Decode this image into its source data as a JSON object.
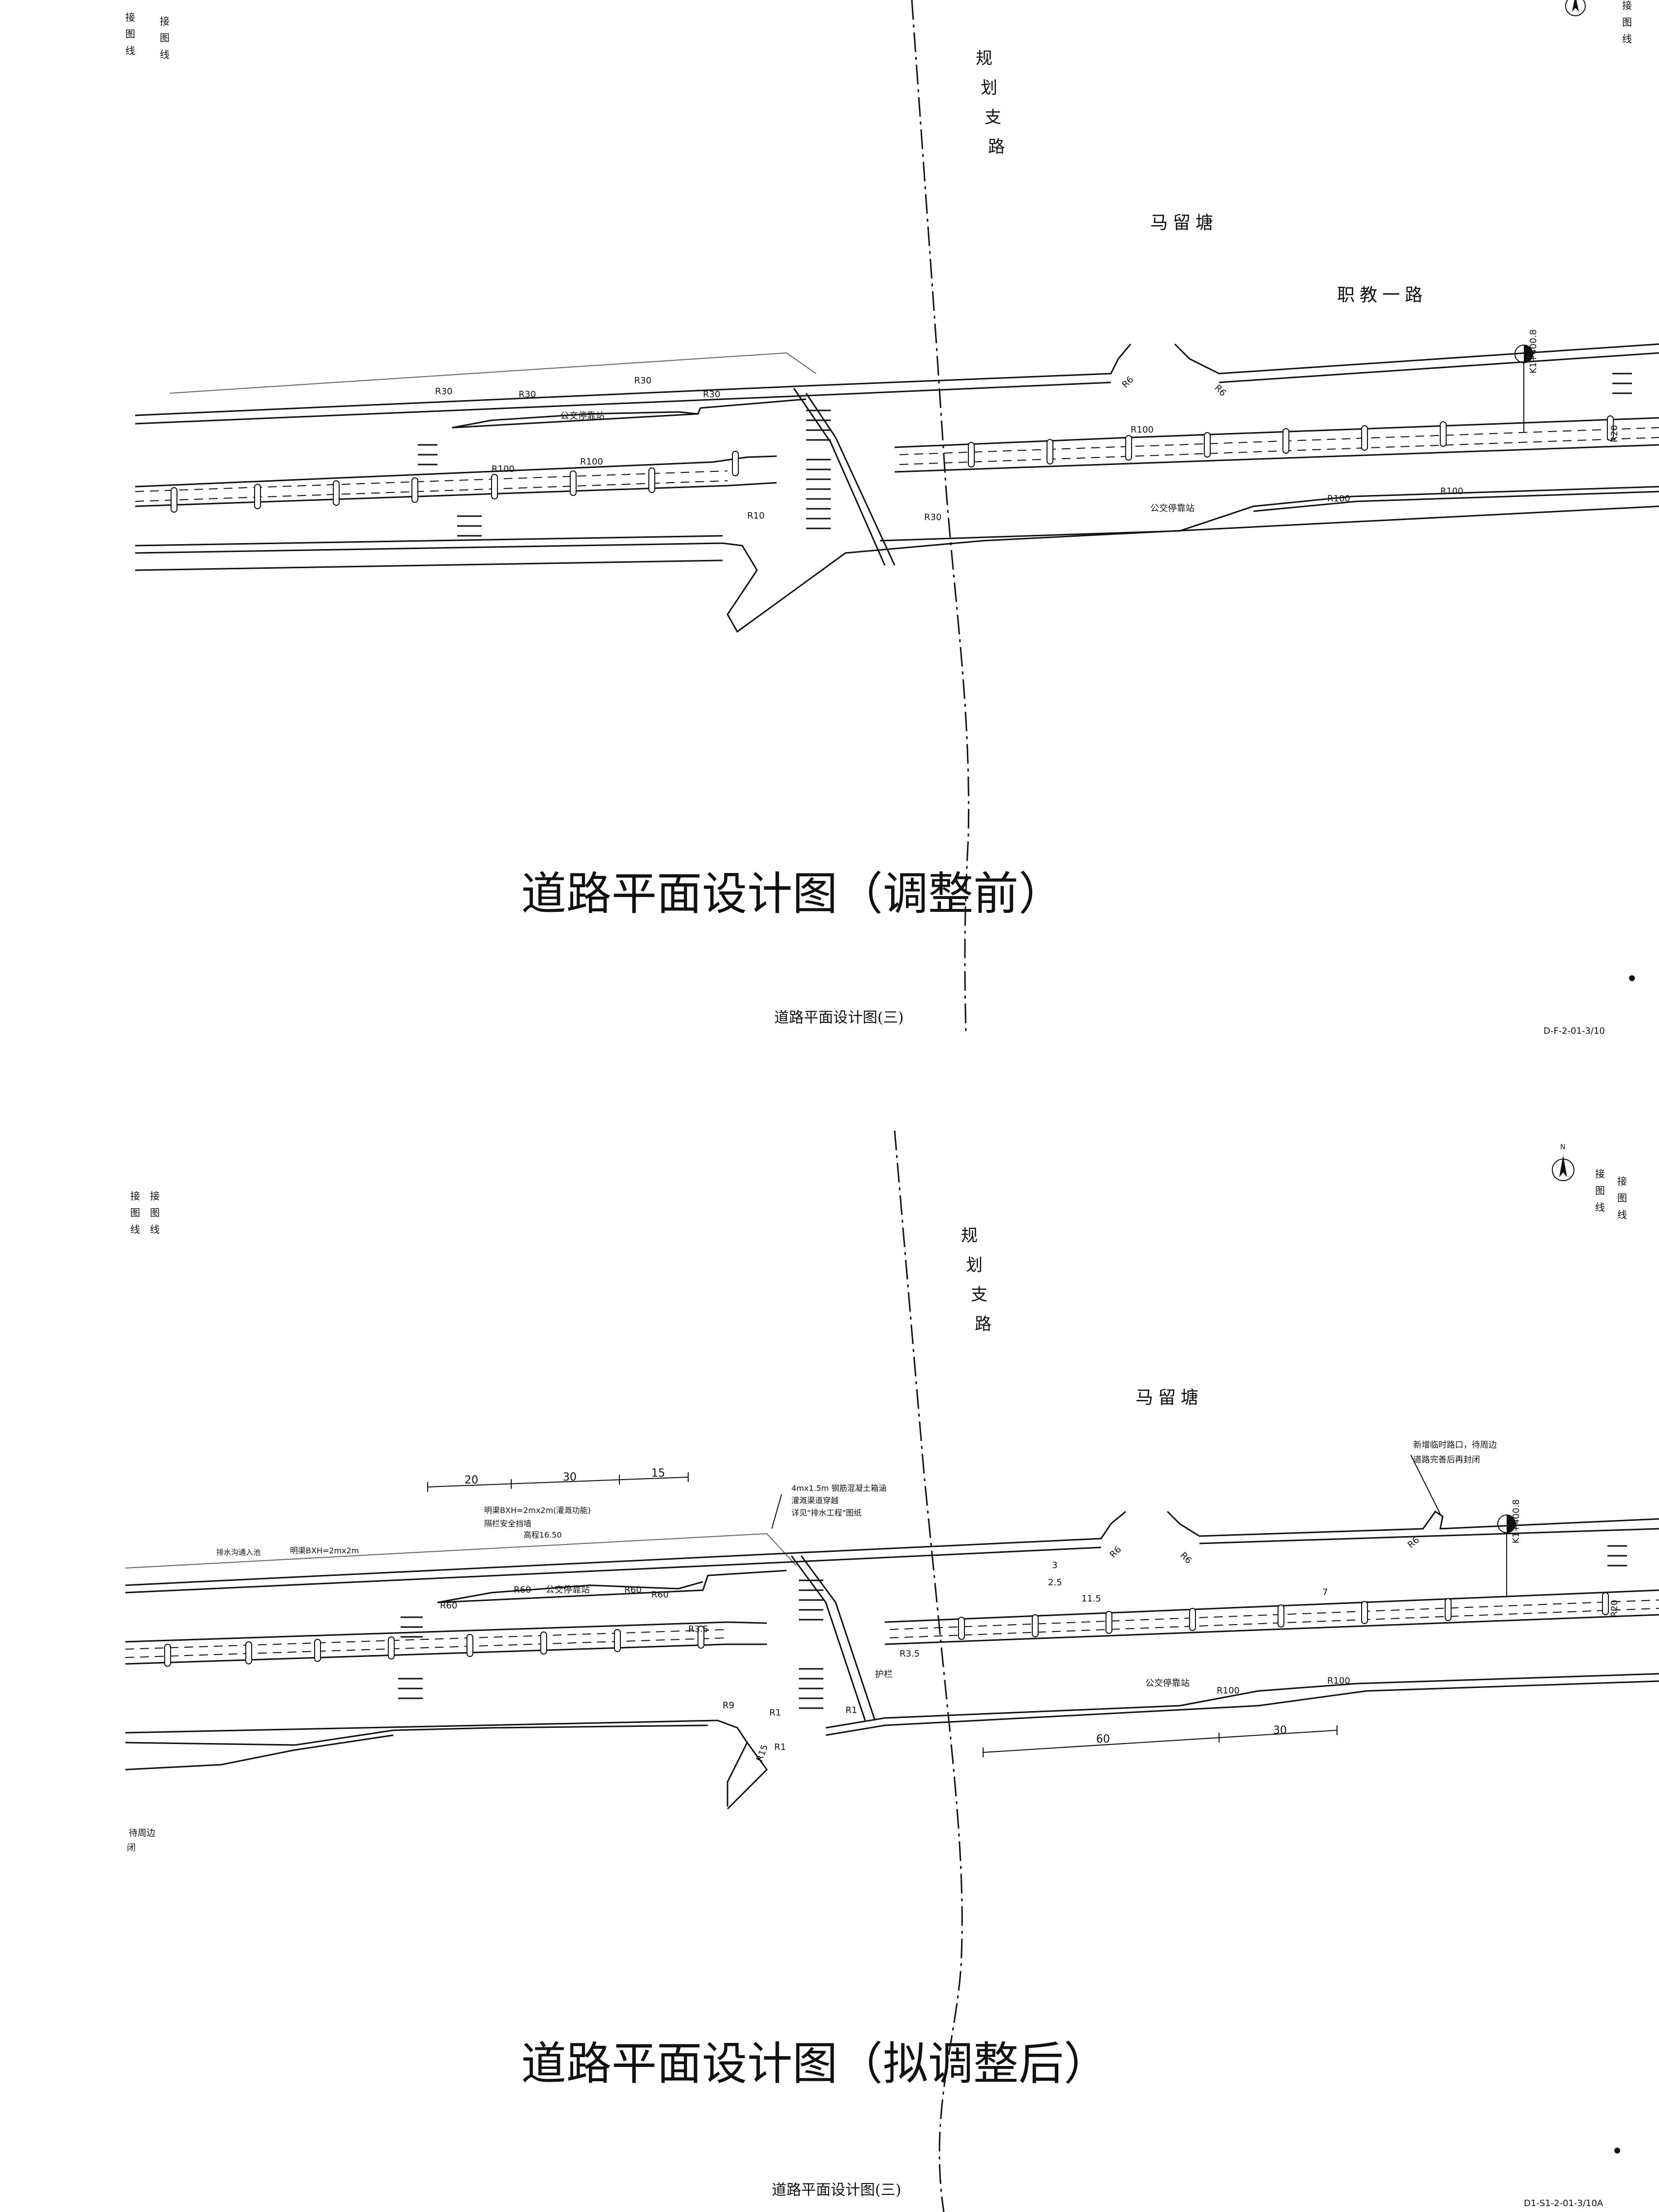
{
  "top_sheet": {
    "banner_title": "道路平面设计图（调整前）",
    "footer_title": "道路平面设计图(三)",
    "drawing_no": "D-F-2-01-3/10",
    "match_line_label": "接图线",
    "road_branch": "规划支路",
    "area_name": "马留塘",
    "road_name": "职教一路",
    "station_mark": "K1+400.8",
    "bus_stop": "公交停靠站",
    "radii": [
      "R30",
      "R30",
      "R30",
      "R30",
      "R100",
      "R100",
      "R10",
      "R30",
      "R6",
      "R6",
      "R100",
      "R100",
      "R100",
      "R20"
    ]
  },
  "bottom_sheet": {
    "banner_title": "道路平面设计图（拟调整后）",
    "footer_title": "道路平面设计图(三)",
    "drawing_no": "D1-S1-2-01-3/10A",
    "match_line_label": "接图线",
    "road_branch": "规划支路",
    "area_name": "马留塘",
    "station_mark": "K1+400.8",
    "bus_stop": "公交停靠站",
    "notes": {
      "ditch_1": "明渠BXH=2mx2m",
      "ditch_2": "明渠BXH=2mx2m(灌溉功能)",
      "guardrail": "隔栏安全挡墙",
      "elevation": "高程16.50",
      "culvert": "4mx1.5m 钢筋混凝土箱涵",
      "culvert_2": "灌溉渠道穿越",
      "culvert_3": "详见\"排水工程\"图纸",
      "temp_gate": "新增临时路口，待周边道路完善后再封闭",
      "guard": "护栏",
      "left_note": "待周边",
      "left_note_2": "闭"
    },
    "dims_top": [
      "20",
      "30",
      "15"
    ],
    "dims_bottom": [
      "60",
      "30"
    ],
    "small_dims": [
      "3",
      "2.5",
      "11.5",
      "7"
    ],
    "radii": [
      "R60",
      "R60",
      "R60",
      "R60",
      "R3.5",
      "R3.5",
      "R9",
      "R1",
      "R1",
      "R1",
      "R15",
      "R6",
      "R6",
      "R6",
      "R100",
      "R100",
      "R20"
    ]
  }
}
